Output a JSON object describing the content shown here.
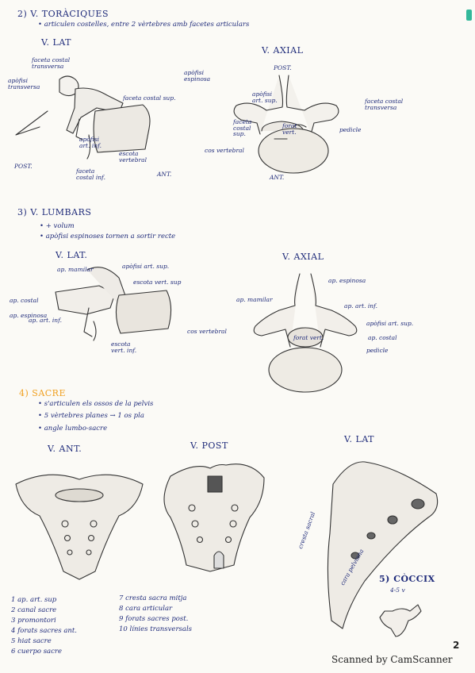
{
  "thoracic": {
    "heading": "2) V. TORÀCIQUES",
    "bullet": "• articulen costelles, entre 2 vèrtebres amb facetes articulars",
    "lat_title": "V. LAT",
    "axial_title": "V. AXIAL",
    "labels": {
      "faceta_costal_transversa": "faceta costal transversa",
      "apofisi_transversa": "apòfisi transversa",
      "apofisi_espinosa": "apòfisi espinosa",
      "faceta_costal_sup": "faceta costal sup.",
      "apofisi_art_sup": "apòfisi art. sup.",
      "faceta_costal_transversa_r": "faceta costal transversa",
      "faceta_costal_sup_axial": "faceta costal sup.",
      "forat_vert": "forat vert.",
      "pedicle": "pedicle",
      "apofisi_art_inf": "apòfisi art. inf.",
      "escota_vertebral": "escota vertebral",
      "cos_vertebral": "cos vertebral",
      "post": "POST.",
      "post_axial": "POST.",
      "faceta_costal_inf": "faceta costal inf.",
      "ant": "ANT.",
      "ant_axial": "ANT."
    }
  },
  "lumbar": {
    "heading": "3) V. LUMBARS",
    "bullets": [
      "• + volum",
      "• apòfisi espinoses tornen a sortir recte"
    ],
    "lat_title": "V. LAT.",
    "axial_title": "V. AXIAL",
    "labels": {
      "ap_mamilar": "ap. mamilar",
      "apofisi_art_sup": "apòfisi art. sup.",
      "escota_vert_sup": "escota vert. sup",
      "ap_costal": "ap. costal",
      "ap_espinosa": "ap. espinosa",
      "ap_art_inf": "ap. art. inf.",
      "escota_vert_inf": "escota vert. inf.",
      "cos_vertebral": "cos vertebral",
      "ap_espinosa_r": "ap. espinosa",
      "ap_mamilar_r": "ap. mamilar",
      "ap_art_inf_r": "ap. art. inf.",
      "apofisi_art_sup_r": "apòfisi art. sup.",
      "forat_vert": "forat vert.",
      "ap_costal_r": "ap. costal",
      "pedicle": "pedicle"
    }
  },
  "sacrum": {
    "heading": "4) SACRE",
    "bullets": [
      "• s'articulen els ossos de la pelvis",
      "• 5 vèrtebres planes → 1 os pla",
      "• angle lumbo-sacre"
    ],
    "view_ant": "V. ANT.",
    "view_post": "V. POST",
    "view_lat": "V. LAT",
    "legend_left": [
      "1 ap. art. sup",
      "2 canal sacre",
      "3 promontori",
      "4 forats sacres ant.",
      "5 hiat sacre",
      "6 cuerpo sacre"
    ],
    "legend_right": [
      "7 cresta sacra mitja",
      "8 cara articular",
      "9 forats sacres post.",
      "10 línies transversals"
    ],
    "lat_labels": {
      "cresta": "cresta sacral",
      "cara": "cara pelviana"
    },
    "coccyx_heading": "5) CÒCCIX",
    "coccyx_sub": "4-5 v"
  },
  "footer": {
    "scanned": "Scanned by CamScanner",
    "page_number": "2"
  }
}
